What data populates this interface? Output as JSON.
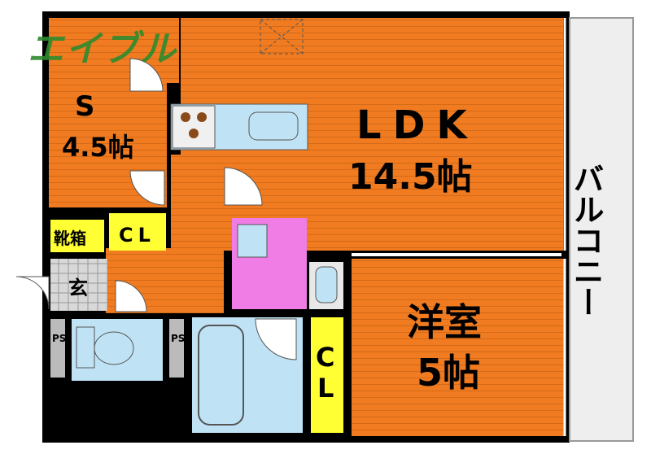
{
  "logo": {
    "text": "エイブル"
  },
  "rooms": {
    "s_name": "S",
    "s_size": "4.5帖",
    "ldk_name": "LDK",
    "ldk_size": "14.5帖",
    "western_name": "洋室",
    "western_size": "5帖",
    "balcony": "バルコニー"
  },
  "labels": {
    "shoe_closet": "靴箱",
    "closet_upper": "CL",
    "closet_lower_c": "C",
    "closet_lower_l": "L",
    "entrance": "玄",
    "ps": "PS"
  },
  "colors": {
    "floor": "#f07b20",
    "wall": "#000000",
    "bath": "#bfe3f5",
    "washroom": "#f07ce6",
    "closet": "#ffff33",
    "balcony": "#eeeeee"
  }
}
